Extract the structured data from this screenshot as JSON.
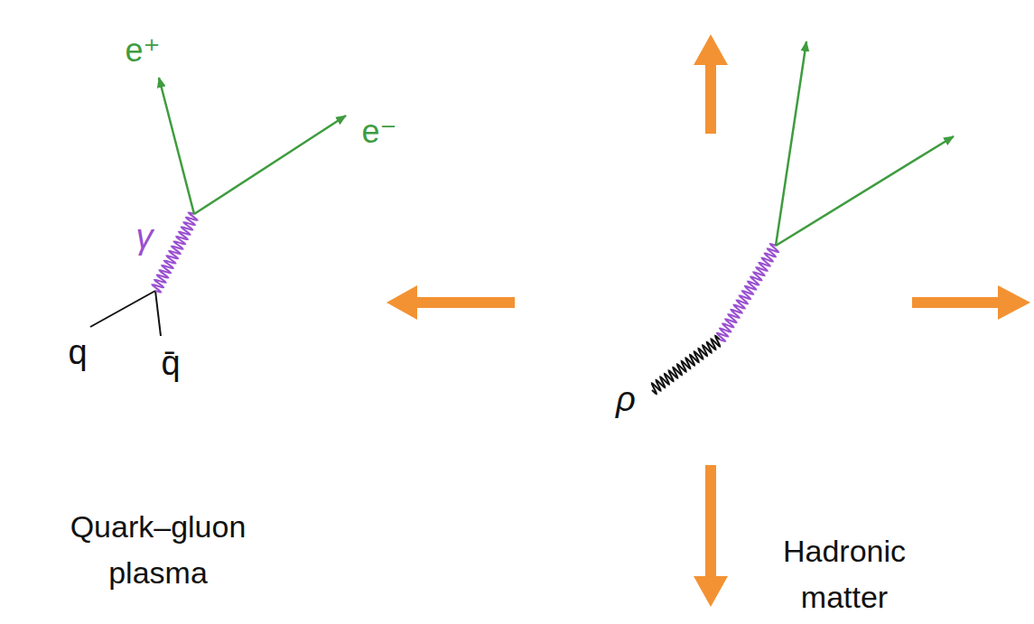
{
  "diagram": {
    "nodes": [
      {
        "text": [
          "Quark–gluon plasma",
          "γ",
          "q",
          "q̄"
        ]
      },
      {
        "text": [
          "Hadronic matter",
          "ρ"
        ]
      }
    ],
    "labels": [
      "e⁺",
      "e⁻"
    ]
  }
}
